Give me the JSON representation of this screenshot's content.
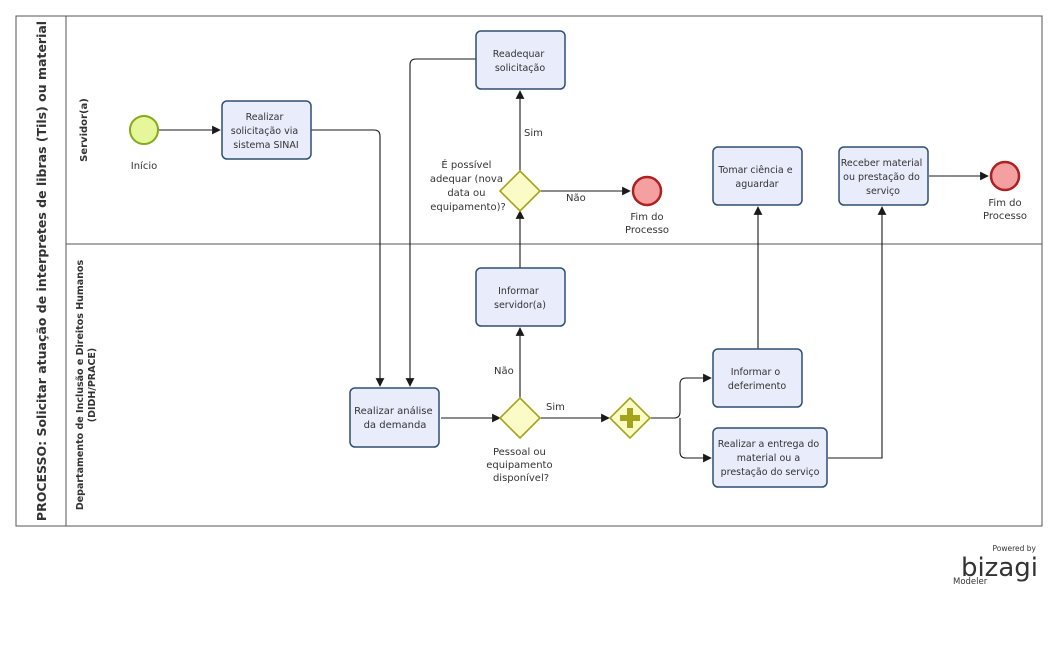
{
  "process": {
    "title": "PROCESSO: Solicitar atuação de interpretes de libras (Tils) ou material",
    "lanes": {
      "servidor": "Servidor(a)",
      "dept_line1": "Departamento de Inclusão e Direitos Humanos",
      "dept_line2": "(DIDH/PRACE)"
    }
  },
  "events": {
    "inicio": "Início",
    "fim1_line1": "Fim do",
    "fim1_line2": "Processo",
    "fim2_line1": "Fim do",
    "fim2_line2": "Processo"
  },
  "tasks": {
    "realizar_solicitacao": [
      "Realizar",
      "solicitação via",
      "sistema SINAI"
    ],
    "readequar": [
      "Readequar",
      "solicitação"
    ],
    "tomar_ciencia": [
      "Tomar ciência e",
      "aguardar"
    ],
    "receber_material": [
      "Receber material",
      "ou prestação do",
      "serviço"
    ],
    "informar_servidor": [
      "Informar",
      "servidor(a)"
    ],
    "realizar_analise": [
      "Realizar análise",
      "da demanda"
    ],
    "informar_deferimento": [
      "Informar o",
      "deferimento"
    ],
    "realizar_entrega": [
      "Realizar a entrega do",
      "material ou a",
      "prestação do serviço"
    ]
  },
  "gateways": {
    "possivel_adequar": [
      "É possível",
      "adequar (nova",
      "data ou",
      "equipamento)?"
    ],
    "pessoal_disponivel": [
      "Pessoal ou",
      "equipamento",
      "disponível?"
    ]
  },
  "flow_labels": {
    "sim_top": "Sim",
    "nao_top": "Não",
    "nao_bottom": "Não",
    "sim_bottom": "Sim"
  },
  "branding": {
    "powered_by": "Powered by",
    "name": "bizagi",
    "product": "Modeler"
  }
}
